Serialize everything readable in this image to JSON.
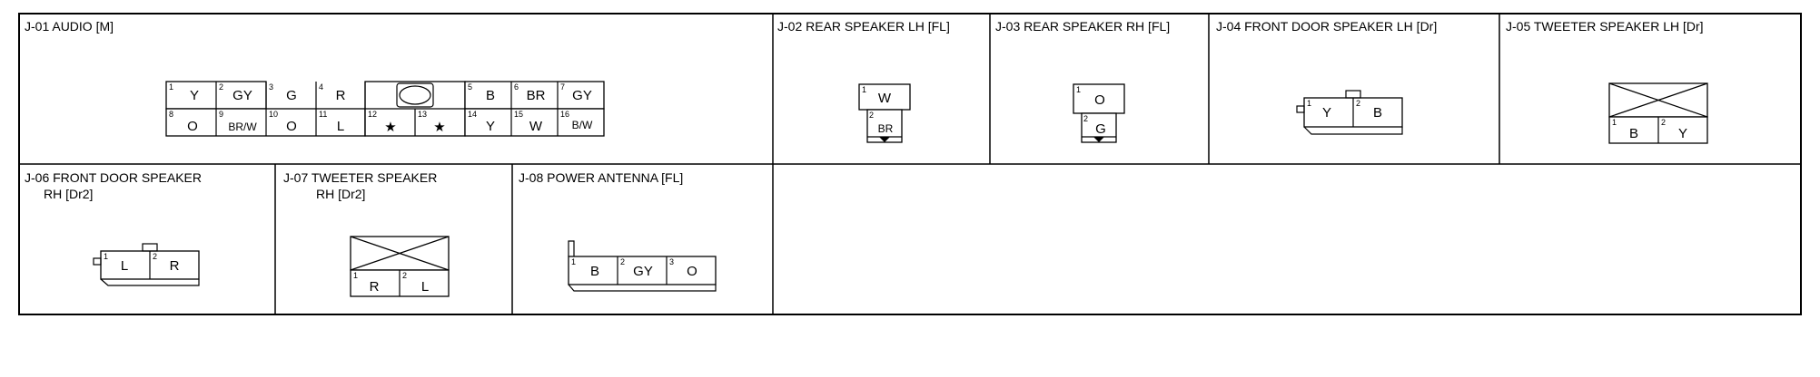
{
  "connectors": [
    {
      "id": "j01",
      "title": "J-01 AUDIO [M]",
      "pins": [
        {
          "num": "1",
          "wire": "Y"
        },
        {
          "num": "2",
          "wire": "GY"
        },
        {
          "num": "3",
          "wire": "G"
        },
        {
          "num": "4",
          "wire": "R"
        },
        {
          "num": "5",
          "wire": "B"
        },
        {
          "num": "6",
          "wire": "BR"
        },
        {
          "num": "7",
          "wire": "GY"
        },
        {
          "num": "8",
          "wire": "O"
        },
        {
          "num": "9",
          "wire": "BR/W"
        },
        {
          "num": "10",
          "wire": "O"
        },
        {
          "num": "11",
          "wire": "L"
        },
        {
          "num": "12",
          "wire": "★"
        },
        {
          "num": "13",
          "wire": "★"
        },
        {
          "num": "14",
          "wire": "Y"
        },
        {
          "num": "15",
          "wire": "W"
        },
        {
          "num": "16",
          "wire": "B/W"
        }
      ]
    },
    {
      "id": "j02",
      "title": "J-02 REAR SPEAKER LH [FL]",
      "pins": [
        {
          "num": "1",
          "wire": "W"
        },
        {
          "num": "2",
          "wire": "BR"
        }
      ]
    },
    {
      "id": "j03",
      "title": "J-03 REAR SPEAKER RH [FL]",
      "pins": [
        {
          "num": "1",
          "wire": "O"
        },
        {
          "num": "2",
          "wire": "G"
        }
      ]
    },
    {
      "id": "j04",
      "title": "J-04 FRONT DOOR SPEAKER LH [Dr]",
      "pins": [
        {
          "num": "1",
          "wire": "Y"
        },
        {
          "num": "2",
          "wire": "B"
        }
      ]
    },
    {
      "id": "j05",
      "title": "J-05 TWEETER SPEAKER LH [Dr]",
      "pins": [
        {
          "num": "1",
          "wire": "B"
        },
        {
          "num": "2",
          "wire": "Y"
        }
      ]
    },
    {
      "id": "j06",
      "title": "J-06 FRONT DOOR SPEAKER",
      "subtitle": "RH [Dr2]",
      "pins": [
        {
          "num": "1",
          "wire": "L"
        },
        {
          "num": "2",
          "wire": "R"
        }
      ]
    },
    {
      "id": "j07",
      "title": "J-07 TWEETER SPEAKER",
      "subtitle": "RH [Dr2]",
      "pins": [
        {
          "num": "1",
          "wire": "R"
        },
        {
          "num": "2",
          "wire": "L"
        }
      ]
    },
    {
      "id": "j08",
      "title": "J-08 POWER ANTENNA [FL]",
      "pins": [
        {
          "num": "1",
          "wire": "B"
        },
        {
          "num": "2",
          "wire": "GY"
        },
        {
          "num": "3",
          "wire": "O"
        }
      ]
    }
  ]
}
